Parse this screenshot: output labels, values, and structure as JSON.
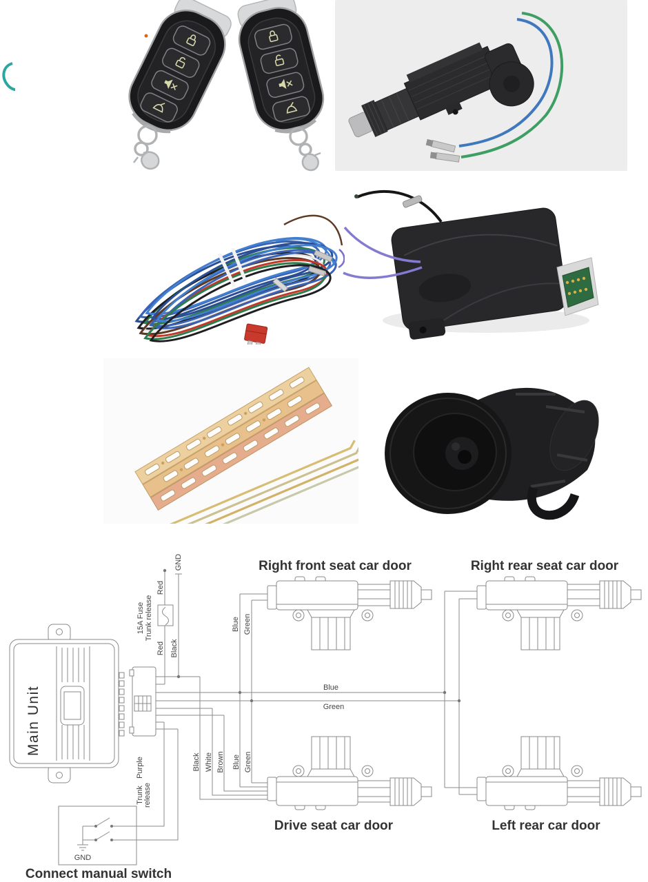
{
  "diagram": {
    "titles": {
      "right_front": "Right front seat car door",
      "right_rear": "Right rear seat car door",
      "drive": "Drive seat car door",
      "left_rear": "Left rear car door"
    },
    "main_unit": "Main Unit",
    "switch_caption": "Connect manual switch",
    "wire_labels": {
      "gnd": "GND",
      "red": "Red",
      "black": "Black",
      "blue": "Blue",
      "green": "Green",
      "white": "White",
      "brown": "Brown",
      "purple": "Purple",
      "fuse": "15A Fuse",
      "trunk_release": "Trunk release",
      "trunk": "Trunk",
      "release": "release"
    },
    "style": {
      "line_color": "#8a8a8a",
      "text_color": "#3a3a3a"
    }
  },
  "photos": {
    "items": [
      "two-remote-key-fobs",
      "door-lock-actuator-with-wires",
      "wiring-harness-bundle",
      "main-control-module",
      "mounting-brackets-and-rods",
      "alarm-siren-horn"
    ],
    "palette": {
      "wire_blue": "#3f78bd",
      "wire_green": "#3f9e63",
      "wire_purple": "#837ad1",
      "wire_red": "#c0392b",
      "brass": "#e3bd85",
      "device_black": "#222226",
      "chrome": "#c4c6c8",
      "photo_bg_gray": "#ededed"
    }
  }
}
